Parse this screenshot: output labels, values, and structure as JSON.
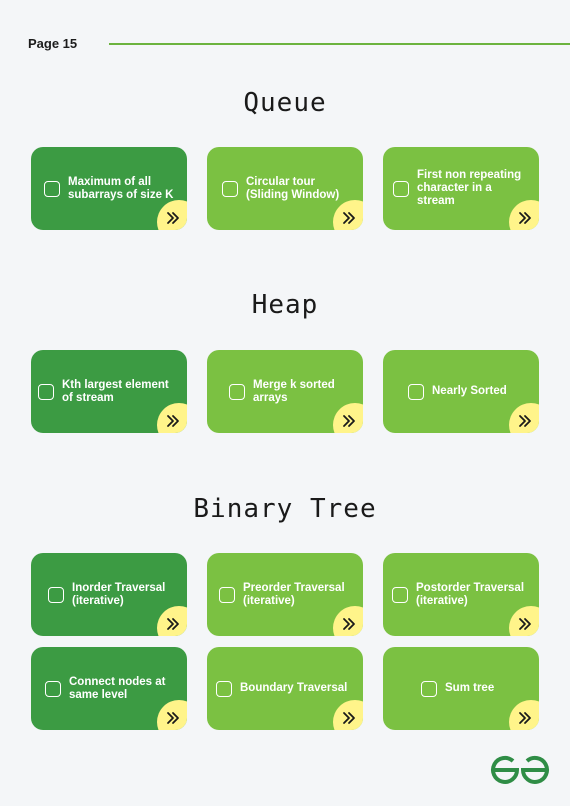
{
  "page": {
    "label": "Page 15"
  },
  "sections": [
    {
      "title": "Queue",
      "cards": [
        {
          "label": "Maximum of all\nsubarrays of size K",
          "tone": "dark"
        },
        {
          "label": "Circular tour\n(Sliding Window)",
          "tone": "light"
        },
        {
          "label": "First non repeating\ncharacter in a\nstream",
          "tone": "light"
        }
      ]
    },
    {
      "title": "Heap",
      "cards": [
        {
          "label": "Kth largest element\nof stream",
          "tone": "dark"
        },
        {
          "label": "Merge k sorted\narrays",
          "tone": "light"
        },
        {
          "label": "Nearly Sorted",
          "tone": "light"
        }
      ]
    },
    {
      "title": "Binary Tree",
      "cards": [
        {
          "label": "Inorder Traversal\n(iterative)",
          "tone": "dark"
        },
        {
          "label": "Preorder Traversal\n(iterative)",
          "tone": "light"
        },
        {
          "label": "Postorder Traversal\n(iterative)",
          "tone": "light"
        },
        {
          "label": "Connect nodes at\nsame level",
          "tone": "dark"
        },
        {
          "label": "Boundary Traversal",
          "tone": "light"
        },
        {
          "label": "Sum tree",
          "tone": "light"
        }
      ]
    }
  ],
  "icons": {
    "checkbox": "checkbox-icon",
    "arrow": "double-chevron-right-icon",
    "logo": "geeksforgeeks-logo-icon"
  },
  "colors": {
    "dark_card": "#3c9b43",
    "light_card": "#7bc142",
    "corner": "#fff48a",
    "rule": "#6cb33f",
    "logo": "#2f8d46"
  }
}
